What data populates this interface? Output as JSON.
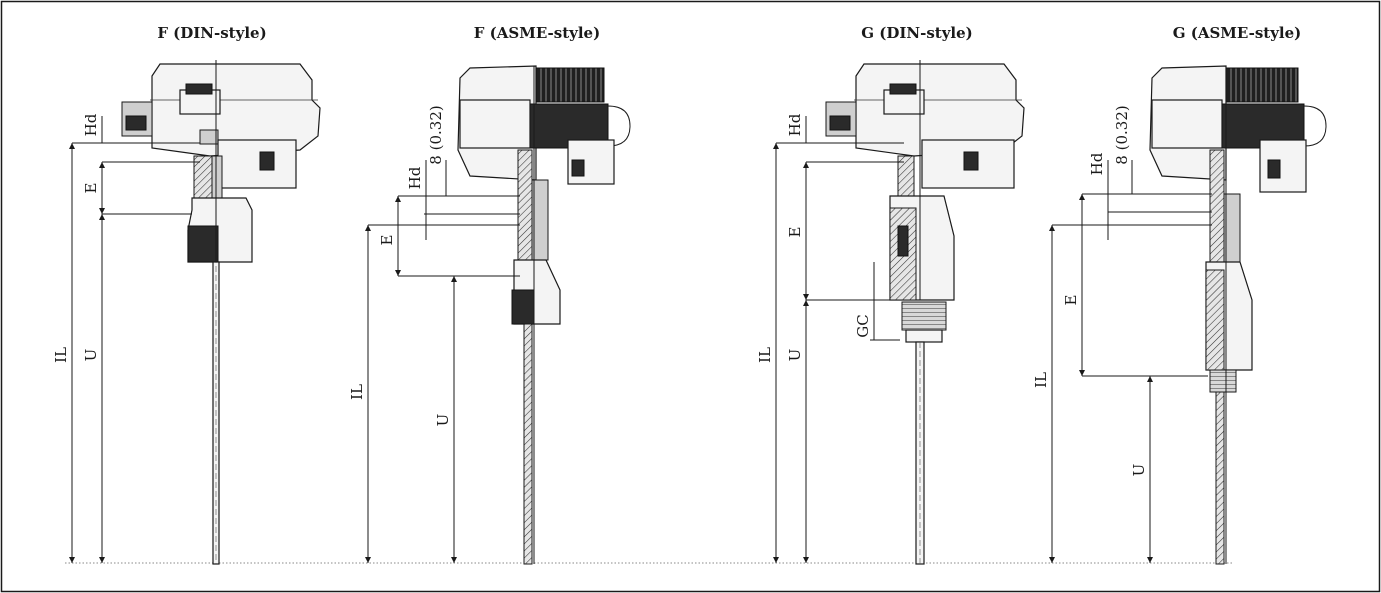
{
  "titles": {
    "f_din": "F (DIN-style)",
    "f_asme": "F (ASME-style)",
    "g_din": "G (DIN-style)",
    "g_asme": "G (ASME-style)"
  },
  "dims": {
    "hd": "Hd",
    "e": "E",
    "il": "IL",
    "u": "U",
    "eight": "8 (0.32)",
    "gc": "GC"
  },
  "colors": {
    "frame": "#1a1a1a",
    "baseline": "#888888"
  }
}
